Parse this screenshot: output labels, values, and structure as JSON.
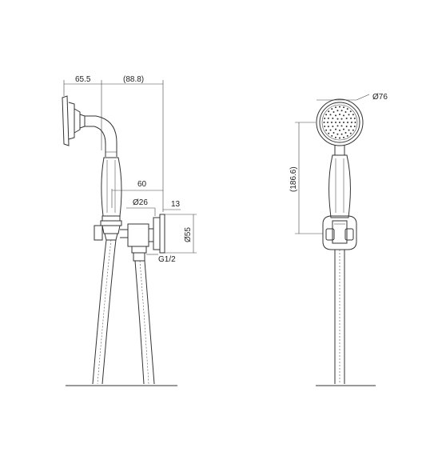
{
  "dimensions": {
    "head_offset": "65.5",
    "hook_reach": "(88.8)",
    "bracket_depth": "60",
    "outlet_dia": "Ø26",
    "flange_depth": "13",
    "flange_dia": "Ø55",
    "thread": "G1/2",
    "head_dia": "Ø76",
    "handle_length": "(186.6)"
  }
}
